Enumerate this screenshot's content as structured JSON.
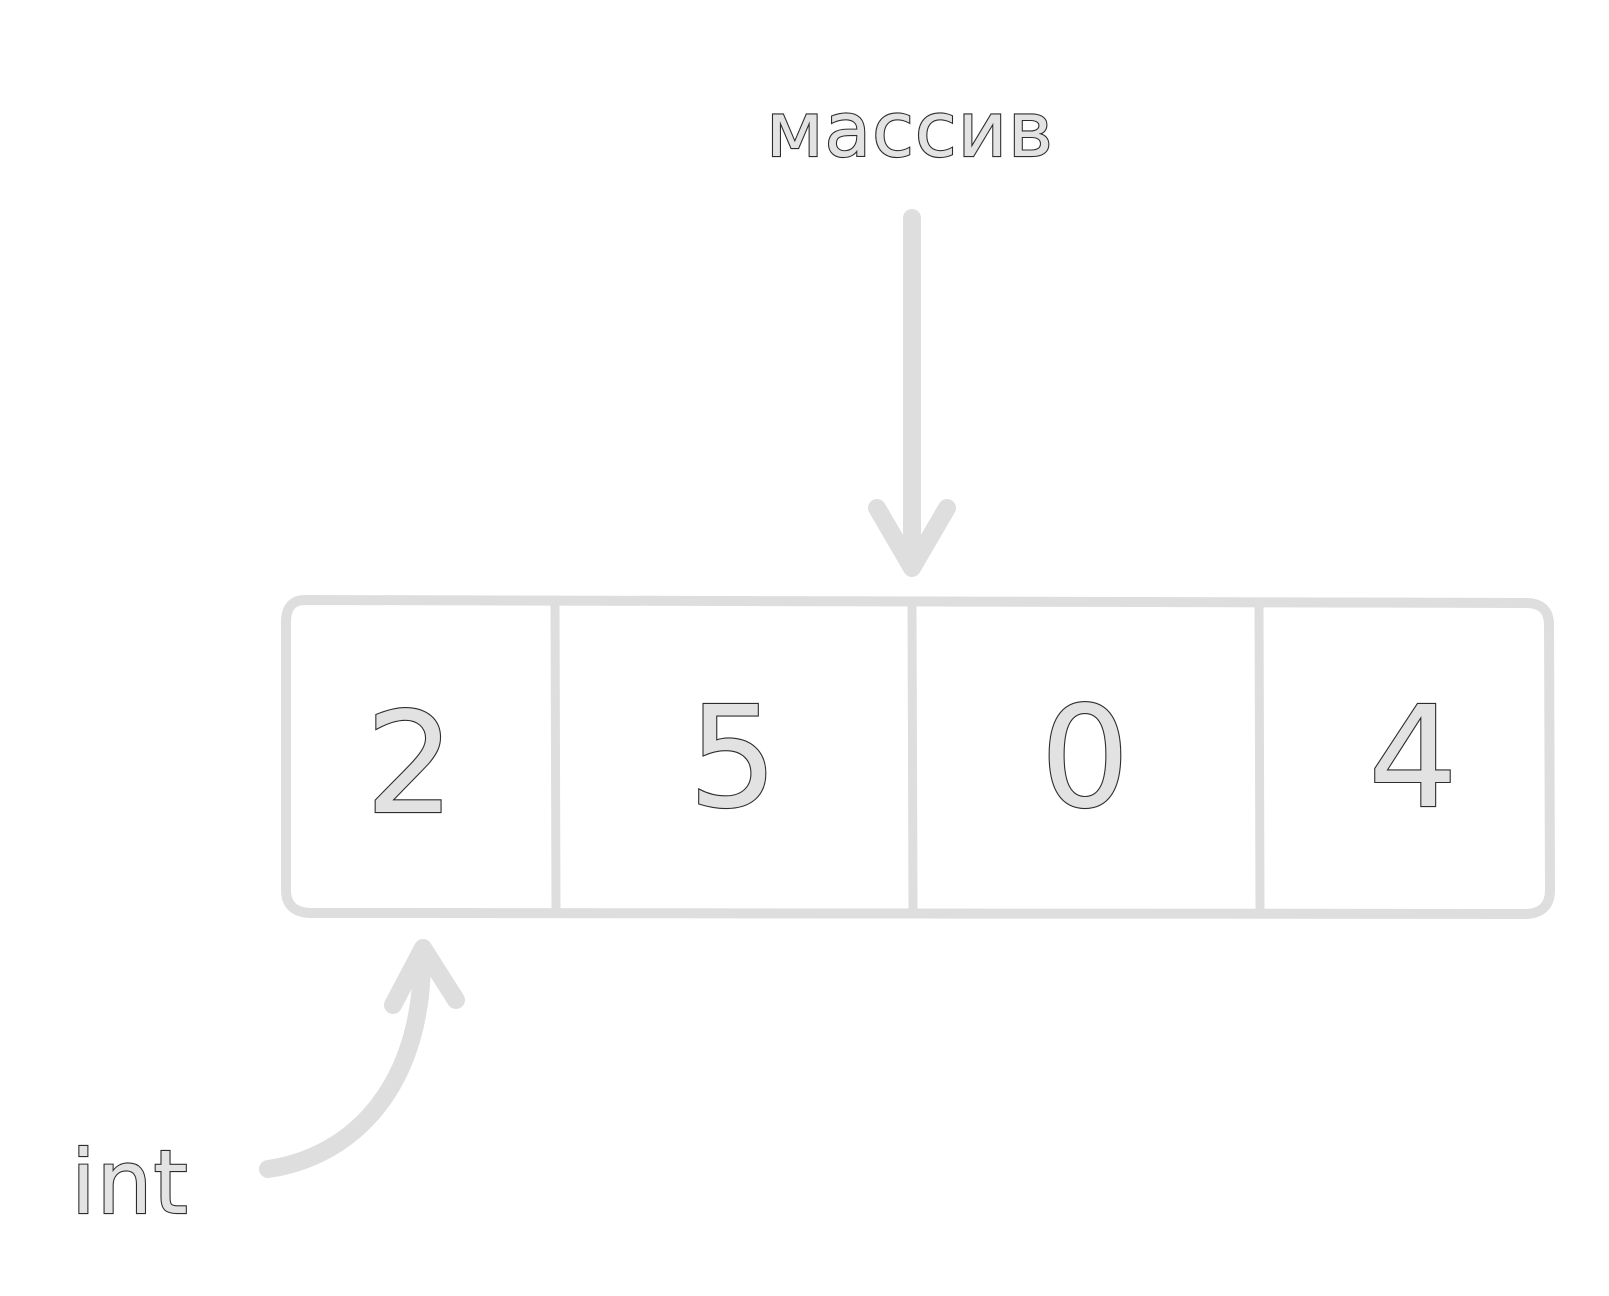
{
  "labels": {
    "top": "массив",
    "bottom_left": "int"
  },
  "array": {
    "values": [
      "2",
      "5",
      "0",
      "4"
    ]
  },
  "colors": {
    "stroke": "#dedede",
    "text_fill": "#e3e3e3",
    "text_outline": "#2d2d2d"
  }
}
